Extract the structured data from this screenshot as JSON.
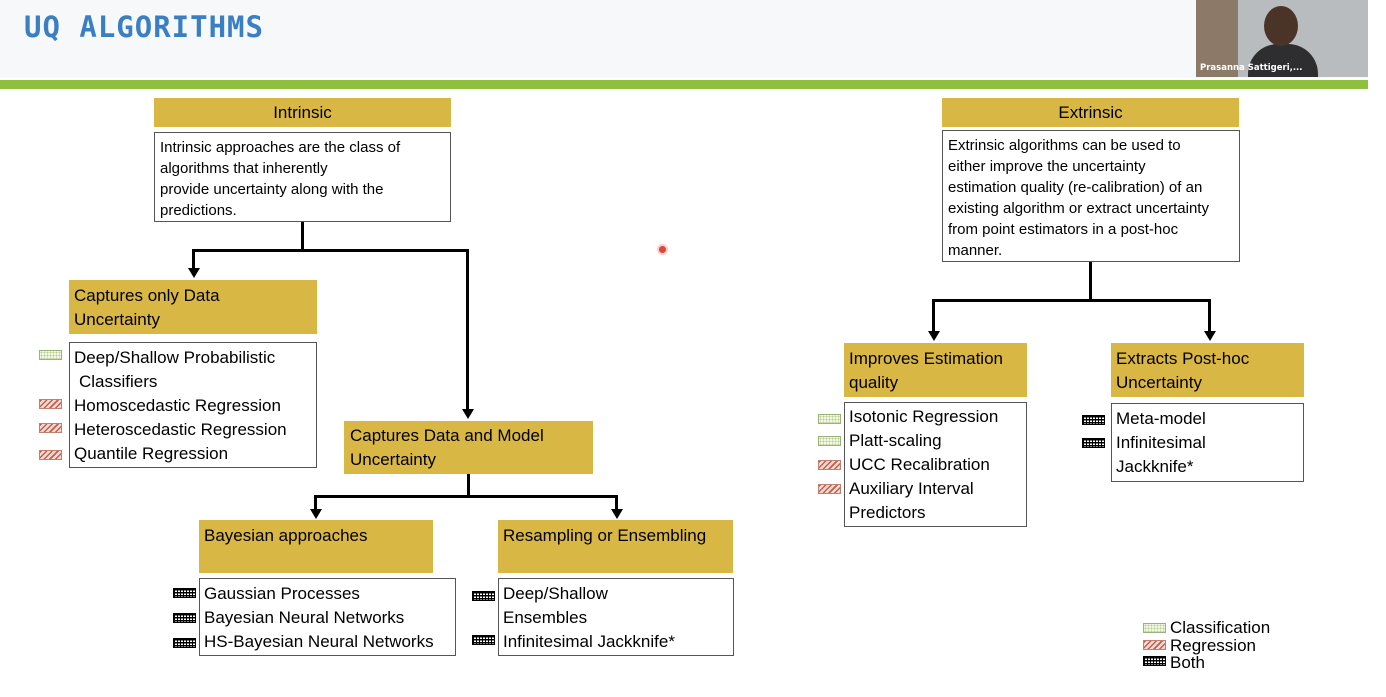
{
  "slide": {
    "title": "UQ ALGORITHMS"
  },
  "video": {
    "participant_name": "Prasanna Sattigeri,..."
  },
  "intrinsic": {
    "label": "Intrinsic",
    "description": [
      "Intrinsic approaches are the class of",
      "algorithms that inherently",
      "provide uncertainty along with the",
      "predictions."
    ]
  },
  "extrinsic": {
    "label": "Extrinsic",
    "description": [
      "Extrinsic algorithms can be used to",
      "either improve the uncertainty",
      "estimation quality (re-calibration) of an",
      "existing algorithm or extract uncertainty",
      "from point estimators in a post-hoc",
      "manner."
    ]
  },
  "data_uncertainty": {
    "label": [
      "Captures only Data",
      "Uncertainty"
    ],
    "items": [
      "Deep/Shallow Probabilistic",
      "Classifiers",
      "Homoscedastic Regression",
      "Heteroscedastic Regression",
      "Quantile Regression"
    ]
  },
  "data_model_uncertainty": {
    "label": [
      "Captures Data and Model",
      "Uncertainty"
    ]
  },
  "bayesian": {
    "label": "Bayesian approaches",
    "items": [
      "Gaussian Processes",
      "Bayesian Neural Networks",
      "HS-Bayesian Neural Networks"
    ]
  },
  "resampling": {
    "label": "Resampling or Ensembling",
    "items": [
      "Deep/Shallow",
      "Ensembles",
      "Infinitesimal Jackknife*"
    ]
  },
  "estimation_quality": {
    "label": [
      "Improves Estimation",
      "quality"
    ],
    "items": [
      "Isotonic Regression",
      "Platt-scaling",
      "UCC Recalibration",
      "Auxiliary Interval",
      "Predictors"
    ]
  },
  "posthoc": {
    "label": [
      "Extracts Post-hoc",
      "Uncertainty"
    ],
    "items": [
      "Meta-model",
      "Infinitesimal",
      "Jackknife*"
    ]
  },
  "legend": {
    "classification": "Classification",
    "regression": "Regression",
    "both": "Both"
  },
  "colors": {
    "gold": "#d9b744",
    "title_blue": "#3a7fc4",
    "green_bar": "#8fbf3f"
  }
}
